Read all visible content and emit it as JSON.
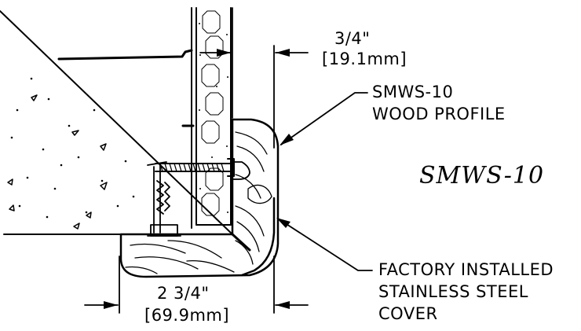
{
  "dimensions": {
    "top_imperial": "3/4\"",
    "top_metric": "[19.1mm]",
    "bottom_imperial": "2 3/4\"",
    "bottom_metric": "[69.9mm]"
  },
  "callouts": {
    "profile_line1": "SMWS-10",
    "profile_line2": "WOOD PROFILE",
    "cover_line1": "FACTORY INSTALLED",
    "cover_line2": "STAINLESS STEEL",
    "cover_line3": "COVER"
  },
  "model_title": "SMWS-10",
  "icons": [
    "concrete-hatch",
    "insulation-hatch",
    "wood-grain",
    "screw",
    "anchor-clip",
    "arrow-head"
  ]
}
